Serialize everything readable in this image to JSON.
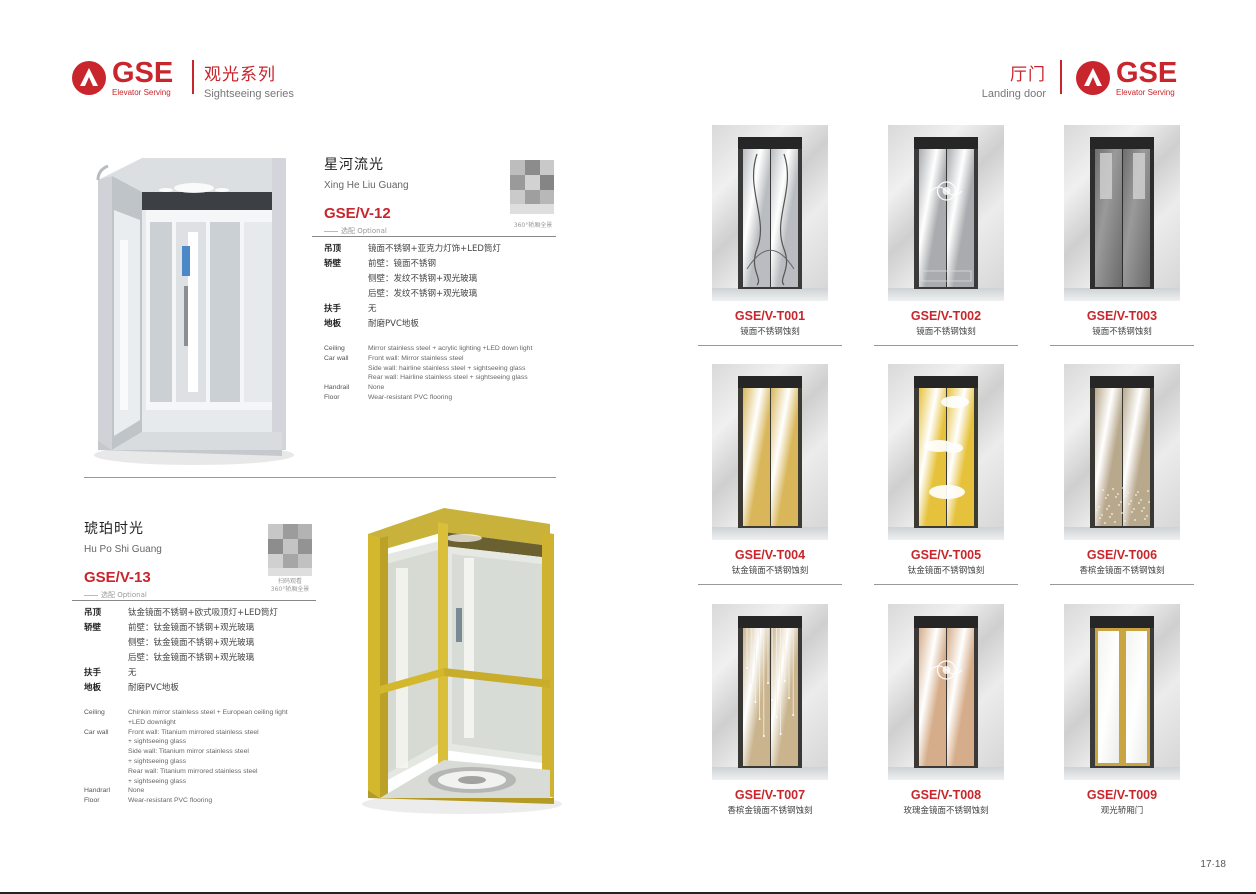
{
  "brand": {
    "name": "GSE",
    "tagline": "Elevator Serving",
    "colors": {
      "accent": "#c8252c",
      "text": "#333333"
    }
  },
  "left_header": {
    "title_cn": "观光系列",
    "title_en": "Sightseeing series"
  },
  "right_header": {
    "title_cn": "厅门",
    "title_en": "Landing door"
  },
  "products": [
    {
      "name_cn": "星河流光",
      "name_en": "Xing He Liu Guang",
      "code": "GSE/V-12",
      "optional": "选配 Optional",
      "qr_label": "360°轿厢全景",
      "specs_cn": [
        {
          "k": "吊顶",
          "v": "镜面不锈钢+亚克力灯饰+LED筒灯"
        },
        {
          "k": "轿壁",
          "v": "前壁：镜面不锈钢"
        },
        {
          "k": "",
          "v": "侧壁：发纹不锈钢+观光玻璃"
        },
        {
          "k": "",
          "v": "后壁：发纹不锈钢+观光玻璃"
        },
        {
          "k": "扶手",
          "v": "无"
        },
        {
          "k": "地板",
          "v": "耐磨PVC地板"
        }
      ],
      "specs_en": [
        {
          "k": "Ceiling",
          "v": "Mirror stainless steel + acrylic lighting +LED down light"
        },
        {
          "k": "Car wall",
          "v": "Front wall: Mirror stainless steel"
        },
        {
          "k": "",
          "v": "Side wall: hairline stainless steel + sightseeing glass"
        },
        {
          "k": "",
          "v": "Rear wall: Hairline stainless steel + sightseeing glass"
        },
        {
          "k": "Handrail",
          "v": "None"
        },
        {
          "k": "Floor",
          "v": "Wear-resistant PVC flooring"
        }
      ]
    },
    {
      "name_cn": "琥珀时光",
      "name_en": "Hu Po Shi Guang",
      "code": "GSE/V-13",
      "optional": "选配 Optional",
      "qr_label_1": "扫码观看",
      "qr_label_2": "360°轿厢全景",
      "specs_cn": [
        {
          "k": "吊顶",
          "v": "钛金镜面不锈钢+欧式吸顶灯+LED筒灯"
        },
        {
          "k": "轿壁",
          "v": "前壁：钛金镜面不锈钢+观光玻璃"
        },
        {
          "k": "",
          "v": "侧壁：钛金镜面不锈钢+观光玻璃"
        },
        {
          "k": "",
          "v": "后壁：钛金镜面不锈钢+观光玻璃"
        },
        {
          "k": "扶手",
          "v": "无"
        },
        {
          "k": "地板",
          "v": "耐磨PVC地板"
        }
      ],
      "specs_en": [
        {
          "k": "Ceiling",
          "v": "Chinkin mirror stainless steel + European ceiling light"
        },
        {
          "k": "",
          "v": "+LED downlight"
        },
        {
          "k": "Car wall",
          "v": "Front wall: Titanium mirrored stainless steel"
        },
        {
          "k": "",
          "v": "+ sightseeing glass"
        },
        {
          "k": "",
          "v": "Side wall: Titanium mirror stainless steel"
        },
        {
          "k": "",
          "v": "+ sightseeing glass"
        },
        {
          "k": "",
          "v": "Rear wall: Titanium mirrored stainless steel"
        },
        {
          "k": "",
          "v": "+ sightseeing glass"
        },
        {
          "k": "Handrarl",
          "v": "None"
        },
        {
          "k": "Floor",
          "v": "Wear-resistant PVC flooring"
        }
      ]
    }
  ],
  "doors": [
    {
      "code": "GSE/V-T001",
      "desc": "镜面不锈钢蚀刻",
      "finish": "mirror",
      "leaf_color": "#b9bcc0",
      "motif": "curves"
    },
    {
      "code": "GSE/V-T002",
      "desc": "镜面不锈钢蚀刻",
      "finish": "mirror",
      "leaf_color": "#a9abae",
      "motif": "medallion"
    },
    {
      "code": "GSE/V-T003",
      "desc": "镜面不锈钢蚀刻",
      "finish": "dark",
      "leaf_color": "#7f7f80",
      "motif": "panels"
    },
    {
      "code": "GSE/V-T004",
      "desc": "钛金镜面不锈钢蚀刻",
      "finish": "gold",
      "leaf_color": "#d9b65a",
      "motif": "plain"
    },
    {
      "code": "GSE/V-T005",
      "desc": "钛金镜面不锈钢蚀刻",
      "finish": "gold",
      "leaf_color": "#e6c23c",
      "motif": "clouds"
    },
    {
      "code": "GSE/V-T006",
      "desc": "香槟金镜面不锈钢蚀刻",
      "finish": "champagne",
      "leaf_color": "#b8a88c",
      "motif": "sparkle"
    },
    {
      "code": "GSE/V-T007",
      "desc": "香槟金镜面不锈钢蚀刻",
      "finish": "champagne",
      "leaf_color": "#c9b48e",
      "motif": "rain"
    },
    {
      "code": "GSE/V-T008",
      "desc": "玫瑰金镜面不锈钢蚀刻",
      "finish": "rose",
      "leaf_color": "#d6ad8a",
      "motif": "medallion"
    },
    {
      "code": "GSE/V-T009",
      "desc": "观光轿厢门",
      "finish": "glass",
      "leaf_color": "#c8a542",
      "motif": "glass"
    }
  ],
  "page_number": "17·18"
}
